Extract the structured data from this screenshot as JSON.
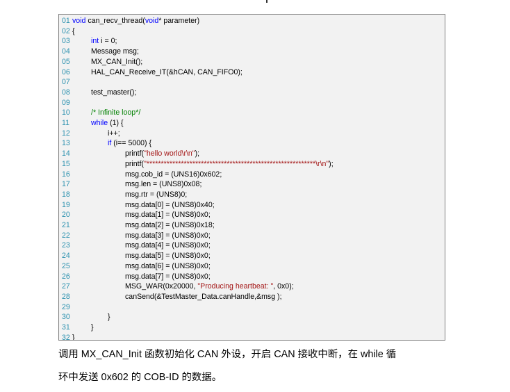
{
  "code": {
    "lines": [
      {
        "n": "01",
        "indent": 0,
        "parts": [
          {
            "t": "void",
            "c": "kw"
          },
          {
            "t": " can_recv_thread(",
            "c": ""
          },
          {
            "t": "void",
            "c": "kw"
          },
          {
            "t": "* parameter)",
            "c": ""
          }
        ]
      },
      {
        "n": "02",
        "indent": 0,
        "parts": [
          {
            "t": "{",
            "c": ""
          }
        ]
      },
      {
        "n": "03",
        "indent": 1,
        "parts": [
          {
            "t": "int",
            "c": "kw"
          },
          {
            "t": " i = 0;",
            "c": ""
          }
        ]
      },
      {
        "n": "04",
        "indent": 1,
        "parts": [
          {
            "t": "Message msg;",
            "c": ""
          }
        ]
      },
      {
        "n": "05",
        "indent": 1,
        "parts": [
          {
            "t": "MX_CAN_Init();",
            "c": ""
          }
        ]
      },
      {
        "n": "06",
        "indent": 1,
        "parts": [
          {
            "t": "HAL_CAN_Receive_IT(&hCAN, CAN_FIFO0);",
            "c": ""
          }
        ]
      },
      {
        "n": "07",
        "indent": 0,
        "parts": []
      },
      {
        "n": "08",
        "indent": 1,
        "parts": [
          {
            "t": "test_master();",
            "c": ""
          }
        ]
      },
      {
        "n": "09",
        "indent": 0,
        "parts": []
      },
      {
        "n": "10",
        "indent": 1,
        "parts": [
          {
            "t": "/* Infinite loop*/",
            "c": "cm"
          }
        ]
      },
      {
        "n": "11",
        "indent": 1,
        "parts": [
          {
            "t": "while",
            "c": "kw"
          },
          {
            "t": " (1) {",
            "c": ""
          }
        ]
      },
      {
        "n": "12",
        "indent": 2,
        "parts": [
          {
            "t": "i++;",
            "c": ""
          }
        ]
      },
      {
        "n": "13",
        "indent": 2,
        "parts": [
          {
            "t": "if",
            "c": "kw"
          },
          {
            "t": " (i== 5000) {",
            "c": ""
          }
        ]
      },
      {
        "n": "14",
        "indent": 3,
        "parts": [
          {
            "t": "printf(",
            "c": ""
          },
          {
            "t": "\"hello world\\r\\n\"",
            "c": "str"
          },
          {
            "t": ");",
            "c": ""
          }
        ]
      },
      {
        "n": "15",
        "indent": 3,
        "parts": [
          {
            "t": "printf(",
            "c": ""
          },
          {
            "t": "\"***********************************************************\\r\\n\"",
            "c": "str"
          },
          {
            "t": ");",
            "c": ""
          }
        ]
      },
      {
        "n": "16",
        "indent": 3,
        "parts": [
          {
            "t": "msg.cob_id = (UNS16)0x602;",
            "c": ""
          }
        ]
      },
      {
        "n": "17",
        "indent": 3,
        "parts": [
          {
            "t": "msg.len = (UNS8)0x08;",
            "c": ""
          }
        ]
      },
      {
        "n": "18",
        "indent": 3,
        "parts": [
          {
            "t": "msg.rtr = (UNS8)0;",
            "c": ""
          }
        ]
      },
      {
        "n": "19",
        "indent": 3,
        "parts": [
          {
            "t": "msg.data[0] = (UNS8)0x40;",
            "c": ""
          }
        ]
      },
      {
        "n": "20",
        "indent": 3,
        "parts": [
          {
            "t": "msg.data[1] = (UNS8)0x0;",
            "c": ""
          }
        ]
      },
      {
        "n": "21",
        "indent": 3,
        "parts": [
          {
            "t": "msg.data[2] = (UNS8)0x18;",
            "c": ""
          }
        ]
      },
      {
        "n": "22",
        "indent": 3,
        "parts": [
          {
            "t": "msg.data[3] = (UNS8)0x0;",
            "c": ""
          }
        ]
      },
      {
        "n": "23",
        "indent": 3,
        "parts": [
          {
            "t": "msg.data[4] = (UNS8)0x0;",
            "c": ""
          }
        ]
      },
      {
        "n": "24",
        "indent": 3,
        "parts": [
          {
            "t": "msg.data[5] = (UNS8)0x0;",
            "c": ""
          }
        ]
      },
      {
        "n": "25",
        "indent": 3,
        "parts": [
          {
            "t": "msg.data[6] = (UNS8)0x0;",
            "c": ""
          }
        ]
      },
      {
        "n": "26",
        "indent": 3,
        "parts": [
          {
            "t": "msg.data[7] = (UNS8)0x0;",
            "c": ""
          }
        ]
      },
      {
        "n": "27",
        "indent": 3,
        "parts": [
          {
            "t": "MSG_WAR(0x20000, ",
            "c": ""
          },
          {
            "t": "\"Producing heartbeat: \"",
            "c": "str"
          },
          {
            "t": ", 0x0);",
            "c": ""
          }
        ]
      },
      {
        "n": "28",
        "indent": 3,
        "parts": [
          {
            "t": "canSend(&TestMaster_Data.canHandle,&msg );",
            "c": ""
          }
        ]
      },
      {
        "n": "29",
        "indent": 0,
        "parts": []
      },
      {
        "n": "30",
        "indent": 2,
        "parts": [
          {
            "t": "}",
            "c": ""
          }
        ]
      },
      {
        "n": "31",
        "indent": 1,
        "parts": [
          {
            "t": "}",
            "c": ""
          }
        ]
      },
      {
        "n": "32",
        "indent": 0,
        "parts": [
          {
            "t": "}",
            "c": ""
          }
        ]
      }
    ]
  },
  "paragraph": {
    "line1": "调用 MX_CAN_Init 函数初始化 CAN 外设，开启 CAN 接收中断，在 while 循",
    "line2": "环中发送 0x602 的 COB-ID 的数据。"
  },
  "colors": {
    "keyword": "#0000ff",
    "string": "#a31515",
    "comment": "#008000",
    "line_number": "#2b91af",
    "box_background": "#f2f2f2"
  }
}
